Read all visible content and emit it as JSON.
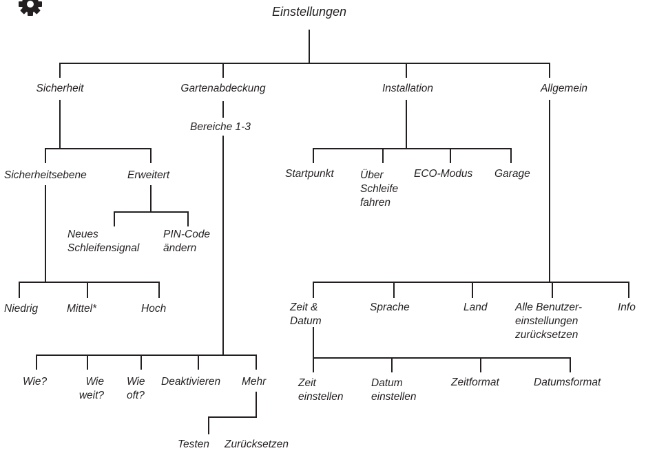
{
  "title": "Einstellungen",
  "icon": "gear-icon",
  "colors": {
    "ink": "#231f20",
    "icon": "#231f20"
  },
  "categories": {
    "sicherheit": "Sicherheit",
    "gartenabdeckung": "Gartenabdeckung",
    "installation": "Installation",
    "allgemein": "Allgemein"
  },
  "sicherheit": {
    "sicherheitsebene": "Sicherheitsebene",
    "erweitert": "Erweitert",
    "neues_schleifensignal": "Neues\nSchleifensignal",
    "pin_code_aendern": "PIN-Code\nändern",
    "niedrig": "Niedrig",
    "mittel": "Mittel*",
    "hoch": "Hoch"
  },
  "gartenabdeckung": {
    "bereiche": "Bereiche 1-3",
    "wie": "Wie?",
    "wie_weit": "Wie\nweit?",
    "wie_oft": "Wie\noft?",
    "deaktivieren": "Deaktivieren",
    "mehr": "Mehr",
    "testen": "Testen",
    "zuruecksetzen": "Zurücksetzen"
  },
  "installation": {
    "startpunkt": "Startpunkt",
    "ueber_schleife_fahren": "Über\nSchleife\nfahren",
    "eco_modus": "ECO-Modus",
    "garage": "Garage"
  },
  "allgemein": {
    "zeit_datum": "Zeit &\nDatum",
    "sprache": "Sprache",
    "land": "Land",
    "alle_benutzereinstellungen": "Alle Benutzer-\neinstellungen\nzurücksetzen",
    "info": "Info",
    "zeit_einstellen": "Zeit\neinstellen",
    "datum_einstellen": "Datum\neinstellen",
    "zeitformat": "Zeitformat",
    "datumsformat": "Datumsformat"
  }
}
